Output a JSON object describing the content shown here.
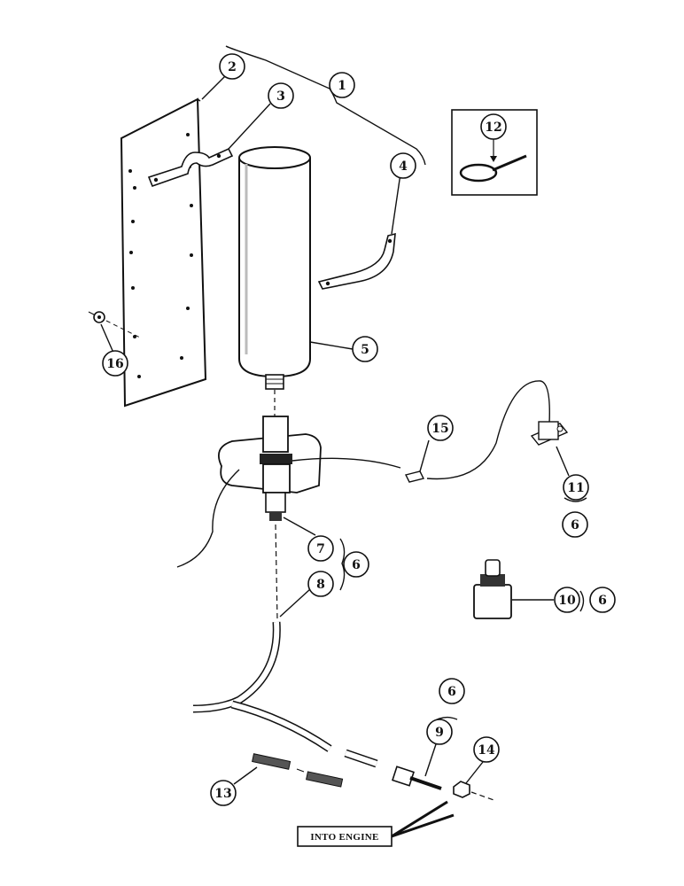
{
  "diagram": {
    "part_callouts": {
      "c1": "1",
      "c2": "2",
      "c3": "3",
      "c4": "4",
      "c5": "5",
      "c6a": "6",
      "c6b": "6",
      "c6c": "6",
      "c6d": "6",
      "c7": "7",
      "c8": "8",
      "c9": "9",
      "c10": "10",
      "c11": "11",
      "c12": "12",
      "c13": "13",
      "c14": "14",
      "c15": "15",
      "c16": "16"
    },
    "note_label": "INTO ENGINE"
  }
}
